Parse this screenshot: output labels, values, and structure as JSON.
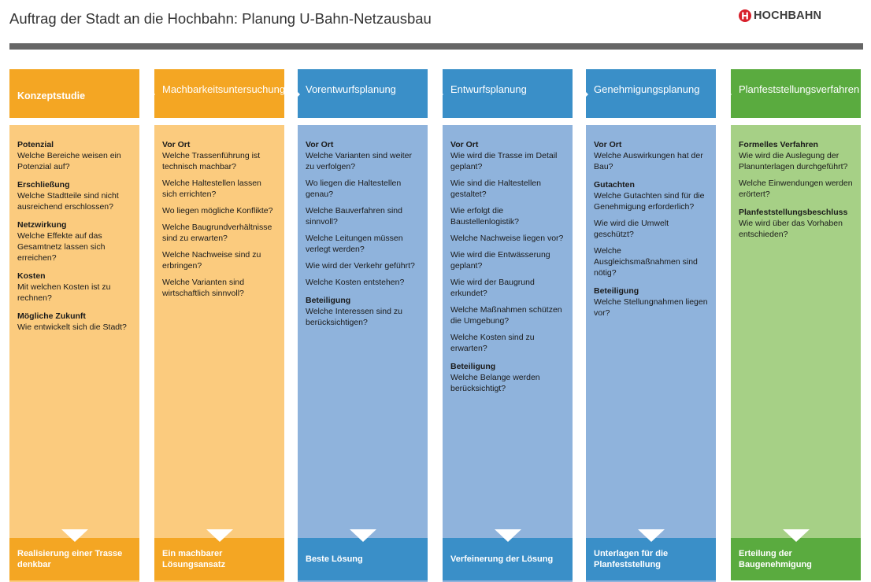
{
  "header": {
    "title": "Auftrag der Stadt an die Hochbahn: Planung U-Bahn-Netzausbau",
    "logo_text": "HOCHBAHN"
  },
  "colors": {
    "orange": "#f4a623",
    "orange_light": "#fbcb7e",
    "blue": "#3a8fc8",
    "blue_light": "#8fb3dc",
    "green": "#5aab3f",
    "green_light": "#a6d086",
    "logo_red": "#d8202b",
    "rule": "#666666"
  },
  "phases": [
    {
      "title": "Konzeptstudie",
      "blocks": [
        {
          "title": "Potenzial",
          "items": [
            "Welche Bereiche weisen ein Potenzial auf?"
          ]
        },
        {
          "title": "Erschließung",
          "items": [
            "Welche Stadtteile sind nicht ausreichend erschlossen?"
          ]
        },
        {
          "title": "Netzwirkung",
          "items": [
            "Welche Effekte auf das Gesamtnetz lassen sich erreichen?"
          ]
        },
        {
          "title": "Kosten",
          "items": [
            "Mit welchen Kosten ist zu rechnen?"
          ]
        },
        {
          "title": "Mögliche Zukunft",
          "items": [
            "Wie entwickelt sich die Stadt?"
          ]
        }
      ],
      "outcome": "Realisierung einer Trasse denkbar"
    },
    {
      "title": "Machbarkeitsuntersuchung",
      "blocks": [
        {
          "title": "Vor Ort",
          "items": [
            "Welche Trassenführung ist technisch machbar?",
            "Welche Haltestellen lassen sich errichten?",
            "Wo liegen mögliche Konflikte?",
            "Welche Baugrundverhältnisse sind zu erwarten?",
            "Welche Nachweise sind zu erbringen?",
            "Welche Varianten sind wirtschaftlich sinnvoll?"
          ]
        }
      ],
      "outcome": "Ein machbarer Lösungsansatz"
    },
    {
      "title": "Vorentwurfsplanung",
      "blocks": [
        {
          "title": "Vor Ort",
          "items": [
            "Welche Varianten sind weiter zu verfolgen?",
            "Wo liegen die Haltestellen genau?",
            "Welche Bauverfahren sind sinnvoll?",
            "Welche Leitungen müssen verlegt werden?",
            "Wie wird der Verkehr geführt?",
            "Welche Kosten entstehen?"
          ]
        },
        {
          "title": "Beteiligung",
          "items": [
            "Welche Interessen sind zu berücksichtigen?"
          ]
        }
      ],
      "outcome": "Beste Lösung"
    },
    {
      "title": "Entwurfsplanung",
      "blocks": [
        {
          "title": "Vor Ort",
          "items": [
            "Wie wird die Trasse im Detail geplant?",
            "Wie sind die Haltestellen gestaltet?",
            "Wie erfolgt die Baustellenlogistik?",
            "Welche Nachweise liegen vor?",
            "Wie wird die Entwässerung geplant?",
            "Wie wird der Baugrund erkundet?",
            "Welche Maßnahmen schützen die Umgebung?",
            "Welche Kosten sind zu erwarten?"
          ]
        },
        {
          "title": "Beteiligung",
          "items": [
            "Welche Belange werden berücksichtigt?"
          ]
        }
      ],
      "outcome": "Verfeinerung der Lösung"
    },
    {
      "title": "Genehmigungsplanung",
      "blocks": [
        {
          "title": "Vor Ort",
          "items": [
            "Welche Auswirkungen hat der Bau?"
          ]
        },
        {
          "title": "Gutachten",
          "items": [
            "Welche Gutachten sind für die Genehmigung erforderlich?",
            "Wie wird die Umwelt geschützt?",
            "Welche Ausgleichsmaßnahmen sind nötig?"
          ]
        },
        {
          "title": "Beteiligung",
          "items": [
            "Welche Stellungnahmen liegen vor?"
          ]
        }
      ],
      "outcome": "Unterlagen für die Planfeststellung"
    },
    {
      "title": "Planfeststellungsverfahren",
      "blocks": [
        {
          "title": "Formelles Verfahren",
          "items": [
            "Wie wird die Auslegung der Planunterlagen durchgeführt?",
            "Welche Einwendungen werden erörtert?"
          ]
        },
        {
          "title": "Planfeststellungsbeschluss",
          "items": [
            "Wie wird über das Vorhaben entschieden?"
          ]
        }
      ],
      "outcome": "Erteilung der Baugenehmigung"
    }
  ]
}
